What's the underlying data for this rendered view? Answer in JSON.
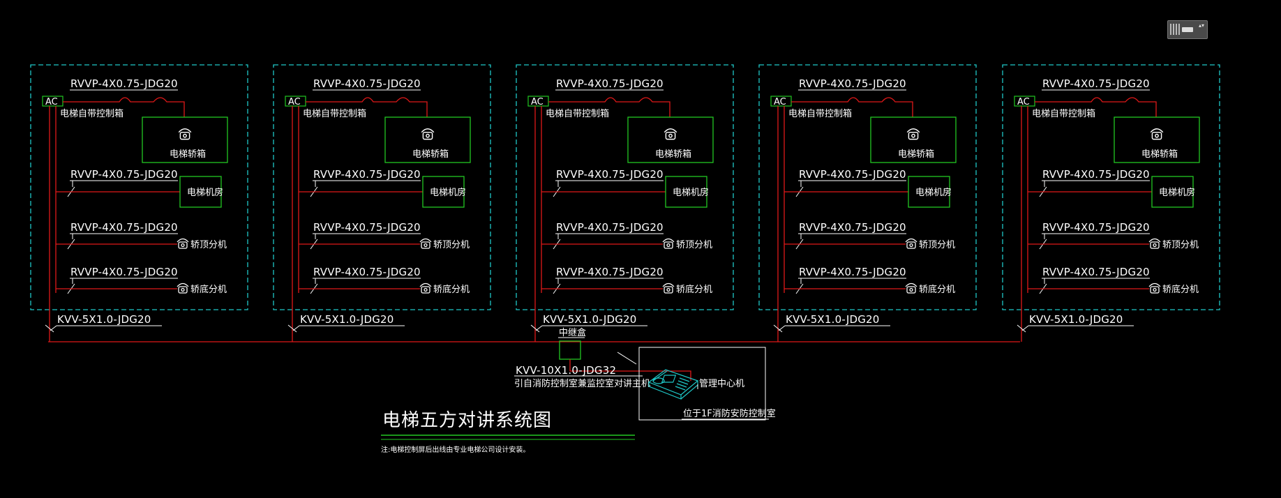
{
  "nav_widget": {
    "icon": "view-cube-icon",
    "arrows": "▴▾"
  },
  "panels": [
    {
      "ac": "AC",
      "controller": "电梯自带控制箱",
      "car_box": "电梯轿箱",
      "machine_room": "电梯机房",
      "car_top": "轿顶分机",
      "pit": "轿底分机",
      "cable1": "RVVP-4X0.75-JDG20",
      "cable2": "RVVP-4X0.75-JDG20",
      "cable3": "RVVP-4X0.75-JDG20",
      "cable4": "RVVP-4X0.75-JDG20",
      "trunk": "KVV-5X1.0-JDG20"
    },
    {
      "ac": "AC",
      "controller": "电梯自带控制箱",
      "car_box": "电梯轿箱",
      "machine_room": "电梯机房",
      "car_top": "轿顶分机",
      "pit": "轿底分机",
      "cable1": "RVVP-4X0.75-JDG20",
      "cable2": "RVVP-4X0.75-JDG20",
      "cable3": "RVVP-4X0.75-JDG20",
      "cable4": "RVVP-4X0.75-JDG20",
      "trunk": "KVV-5X1.0-JDG20"
    },
    {
      "ac": "AC",
      "controller": "电梯自带控制箱",
      "car_box": "电梯轿箱",
      "machine_room": "电梯机房",
      "car_top": "轿顶分机",
      "pit": "轿底分机",
      "cable1": "RVVP-4X0.75-JDG20",
      "cable2": "RVVP-4X0.75-JDG20",
      "cable3": "RVVP-4X0.75-JDG20",
      "cable4": "RVVP-4X0.75-JDG20",
      "trunk": "KVV-5X1.0-JDG20"
    },
    {
      "ac": "AC",
      "controller": "电梯自带控制箱",
      "car_box": "电梯轿箱",
      "machine_room": "电梯机房",
      "car_top": "轿顶分机",
      "pit": "轿底分机",
      "cable1": "RVVP-4X0.75-JDG20",
      "cable2": "RVVP-4X0.75-JDG20",
      "cable3": "RVVP-4X0.75-JDG20",
      "cable4": "RVVP-4X0.75-JDG20",
      "trunk": "KVV-5X1.0-JDG20"
    },
    {
      "ac": "AC",
      "controller": "电梯自带控制箱",
      "car_box": "电梯轿箱",
      "machine_room": "电梯机房",
      "car_top": "轿顶分机",
      "pit": "轿底分机",
      "cable1": "RVVP-4X0.75-JDG20",
      "cable2": "RVVP-4X0.75-JDG20",
      "cable3": "RVVP-4X0.75-JDG20",
      "cable4": "RVVP-4X0.75-JDG20",
      "trunk": "KVV-5X1.0-JDG20"
    }
  ],
  "relay": {
    "label": "中继盒"
  },
  "main_cable": {
    "spec": "KVV-10X1.0-JDG32",
    "source": "引自消防控制室兼监控室对讲主机"
  },
  "management": {
    "label": "管理中心机",
    "location": "位于1F消防安防控制室"
  },
  "title": "电梯五方对讲系统图",
  "note": "注:电梯控制屏后出线由专业电梯公司设计安装。",
  "colors": {
    "cyan": "#1fc8c8",
    "green": "#22c722",
    "red": "#e01818",
    "white": "#ffffff",
    "text": "#ffffff",
    "background": "#000000"
  }
}
